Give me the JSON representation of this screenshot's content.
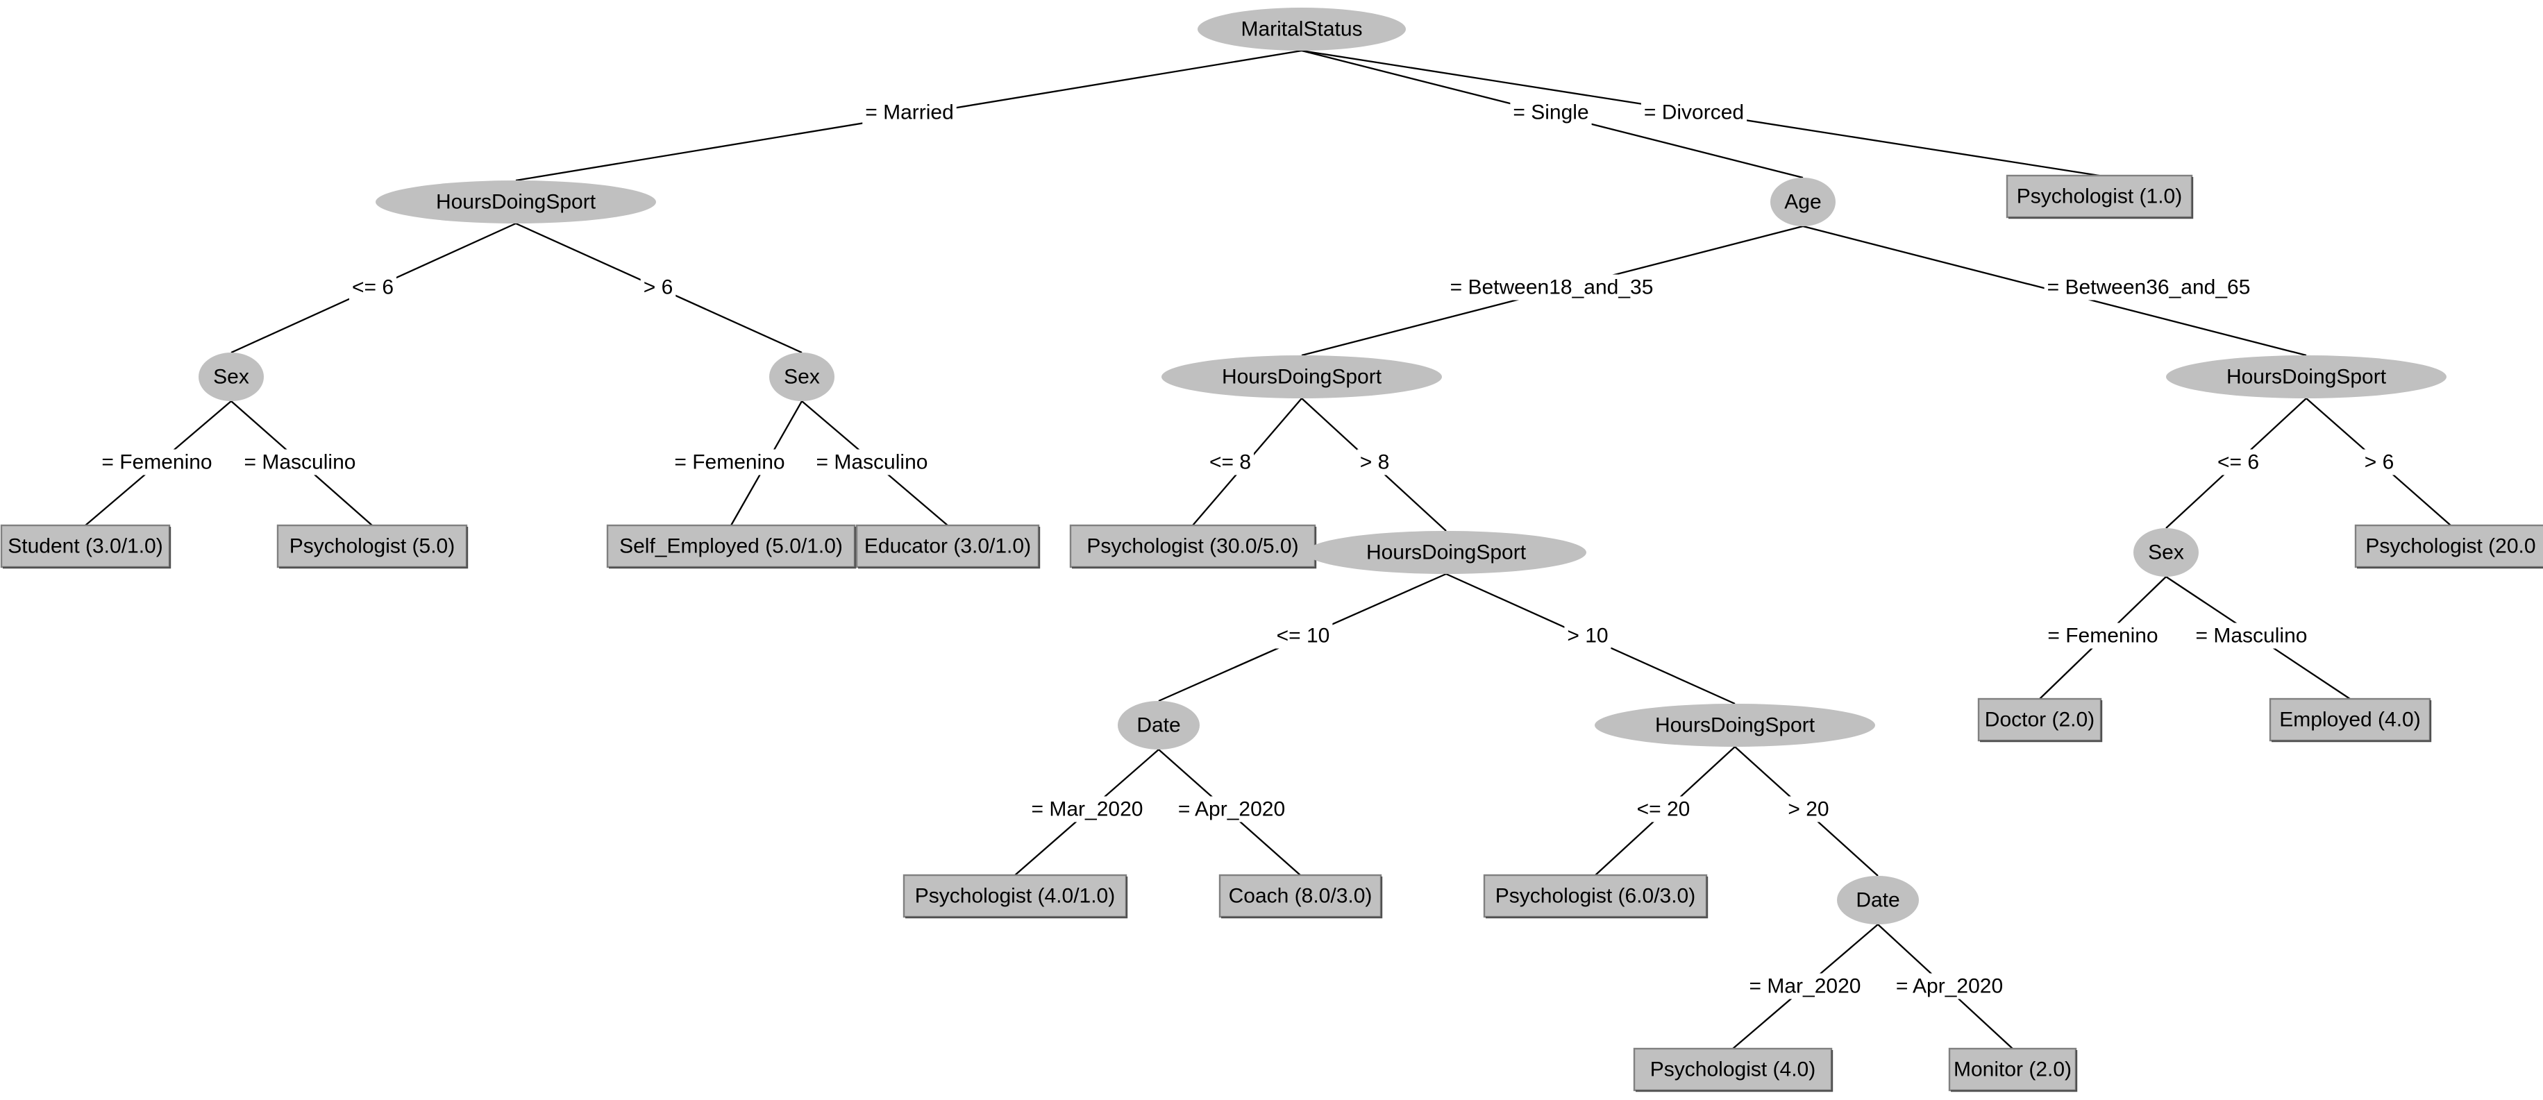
{
  "tree": {
    "nodes": [
      {
        "id": "n0",
        "kind": "attr",
        "text": "MaritalStatus"
      },
      {
        "id": "n1",
        "kind": "attr",
        "text": "HoursDoingSport"
      },
      {
        "id": "n2",
        "kind": "attr",
        "text": "Sex"
      },
      {
        "id": "n3",
        "kind": "leaf",
        "text": "Student (3.0/1.0)"
      },
      {
        "id": "n4",
        "kind": "leaf",
        "text": "Psychologist (5.0)"
      },
      {
        "id": "n5",
        "kind": "attr",
        "text": "Sex"
      },
      {
        "id": "n6",
        "kind": "leaf",
        "text": "Self_Employed (5.0/1.0)"
      },
      {
        "id": "n7",
        "kind": "leaf",
        "text": "Educator (3.0/1.0)"
      },
      {
        "id": "n8",
        "kind": "attr",
        "text": "Age"
      },
      {
        "id": "n9",
        "kind": "attr",
        "text": "HoursDoingSport"
      },
      {
        "id": "n10",
        "kind": "leaf",
        "text": "Psychologist (30.0/5.0)"
      },
      {
        "id": "n11",
        "kind": "attr",
        "text": "HoursDoingSport"
      },
      {
        "id": "n12",
        "kind": "attr",
        "text": "Date"
      },
      {
        "id": "n13",
        "kind": "leaf",
        "text": "Psychologist (4.0/1.0)"
      },
      {
        "id": "n14",
        "kind": "leaf",
        "text": "Coach (8.0/3.0)"
      },
      {
        "id": "n15",
        "kind": "attr",
        "text": "HoursDoingSport"
      },
      {
        "id": "n16",
        "kind": "leaf",
        "text": "Psychologist (6.0/3.0)"
      },
      {
        "id": "n17",
        "kind": "attr",
        "text": "Date"
      },
      {
        "id": "n18",
        "kind": "leaf",
        "text": "Psychologist (4.0)"
      },
      {
        "id": "n19",
        "kind": "leaf",
        "text": "Monitor (2.0)"
      },
      {
        "id": "n20",
        "kind": "attr",
        "text": "HoursDoingSport"
      },
      {
        "id": "n21",
        "kind": "attr",
        "text": "Sex"
      },
      {
        "id": "n22",
        "kind": "leaf",
        "text": "Doctor (2.0)"
      },
      {
        "id": "n23",
        "kind": "leaf",
        "text": "Employed (4.0)"
      },
      {
        "id": "n24",
        "kind": "leaf",
        "text": "Psychologist (20.0"
      },
      {
        "id": "n25",
        "kind": "leaf",
        "text": "Psychologist (1.0)"
      }
    ],
    "edges": [
      {
        "from": "n0",
        "to": "n1",
        "label": "= Married"
      },
      {
        "from": "n0",
        "to": "n8",
        "label": "= Single"
      },
      {
        "from": "n0",
        "to": "n25",
        "label": "= Divorced"
      },
      {
        "from": "n1",
        "to": "n2",
        "label": "<= 6"
      },
      {
        "from": "n1",
        "to": "n5",
        "label": "> 6"
      },
      {
        "from": "n2",
        "to": "n3",
        "label": "= Femenino"
      },
      {
        "from": "n2",
        "to": "n4",
        "label": "= Masculino"
      },
      {
        "from": "n5",
        "to": "n6",
        "label": "= Femenino"
      },
      {
        "from": "n5",
        "to": "n7",
        "label": "= Masculino"
      },
      {
        "from": "n8",
        "to": "n9",
        "label": "= Between18_and_35"
      },
      {
        "from": "n8",
        "to": "n20",
        "label": "= Between36_and_65"
      },
      {
        "from": "n9",
        "to": "n10",
        "label": "<= 8"
      },
      {
        "from": "n9",
        "to": "n11",
        "label": "> 8"
      },
      {
        "from": "n11",
        "to": "n12",
        "label": "<= 10"
      },
      {
        "from": "n11",
        "to": "n15",
        "label": "> 10"
      },
      {
        "from": "n12",
        "to": "n13",
        "label": "= Mar_2020"
      },
      {
        "from": "n12",
        "to": "n14",
        "label": "= Apr_2020"
      },
      {
        "from": "n15",
        "to": "n16",
        "label": "<= 20"
      },
      {
        "from": "n15",
        "to": "n17",
        "label": "> 20"
      },
      {
        "from": "n17",
        "to": "n18",
        "label": "= Mar_2020"
      },
      {
        "from": "n17",
        "to": "n19",
        "label": "= Apr_2020"
      },
      {
        "from": "n20",
        "to": "n21",
        "label": "<= 6"
      },
      {
        "from": "n20",
        "to": "n24",
        "label": "> 6"
      },
      {
        "from": "n21",
        "to": "n22",
        "label": "= Femenino"
      },
      {
        "from": "n21",
        "to": "n23",
        "label": "= Masculino"
      }
    ]
  }
}
